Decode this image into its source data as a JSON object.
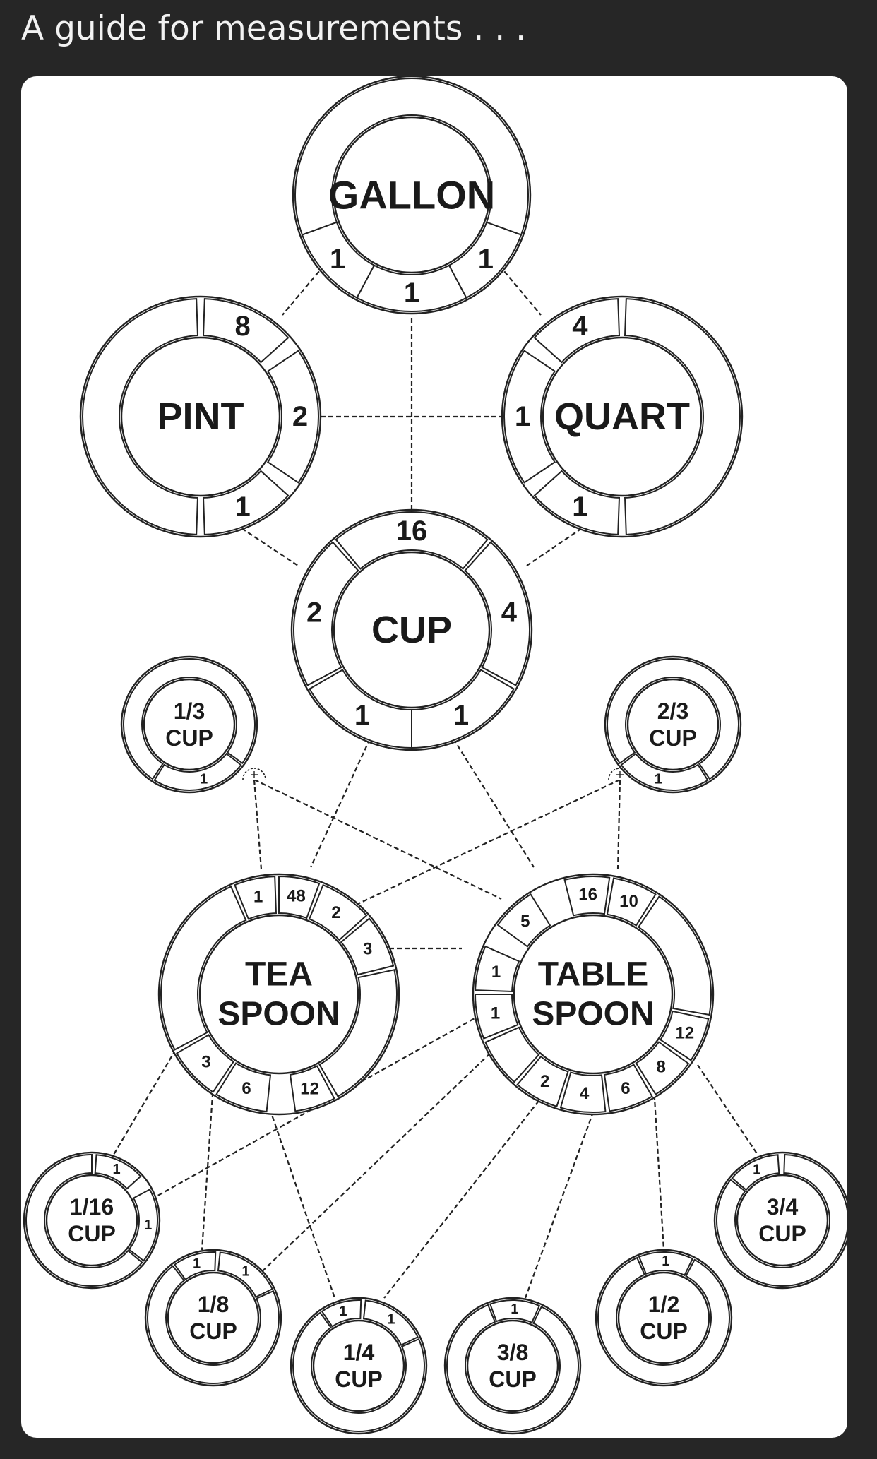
{
  "post": {
    "title": "A guide for measurements . . ."
  },
  "units": [
    {
      "id": "gallon",
      "lines": [
        "GALLON"
      ],
      "labels": [
        "1",
        "1",
        "1"
      ]
    },
    {
      "id": "pint",
      "lines": [
        "PINT"
      ],
      "labels": [
        "8",
        "2",
        "1"
      ]
    },
    {
      "id": "quart",
      "lines": [
        "QUART"
      ],
      "labels": [
        "4",
        "1",
        "1"
      ]
    },
    {
      "id": "cup",
      "lines": [
        "CUP"
      ],
      "labels": [
        "16",
        "4",
        "1",
        "1",
        "2"
      ]
    },
    {
      "id": "third-cup",
      "lines": [
        "1/3",
        "CUP"
      ],
      "labels": [
        "1"
      ]
    },
    {
      "id": "two-thirds-cup",
      "lines": [
        "2/3",
        "CUP"
      ],
      "labels": [
        "1"
      ]
    },
    {
      "id": "teaspoon",
      "lines": [
        "TEA",
        "SPOON"
      ],
      "labels": [
        "1",
        "48",
        "2",
        "3",
        "12",
        "6",
        "3"
      ]
    },
    {
      "id": "tablespoon",
      "lines": [
        "TABLE",
        "SPOON"
      ],
      "labels": [
        "16",
        "10",
        "12",
        "8",
        "6",
        "4",
        "2",
        "1",
        "1",
        "5"
      ]
    },
    {
      "id": "sixteenth-cup",
      "lines": [
        "1/16",
        "CUP"
      ],
      "labels": [
        "1",
        "1"
      ]
    },
    {
      "id": "eighth-cup",
      "lines": [
        "1/8",
        "CUP"
      ],
      "labels": [
        "1",
        "1"
      ]
    },
    {
      "id": "quarter-cup",
      "lines": [
        "1/4",
        "CUP"
      ],
      "labels": [
        "1",
        "1"
      ]
    },
    {
      "id": "three-eighths-cup",
      "lines": [
        "3/8",
        "CUP"
      ],
      "labels": [
        "1"
      ]
    },
    {
      "id": "half-cup",
      "lines": [
        "1/2",
        "CUP"
      ],
      "labels": [
        "1"
      ]
    },
    {
      "id": "three-quarters-cup",
      "lines": [
        "3/4",
        "CUP"
      ],
      "labels": [
        "1"
      ]
    }
  ]
}
